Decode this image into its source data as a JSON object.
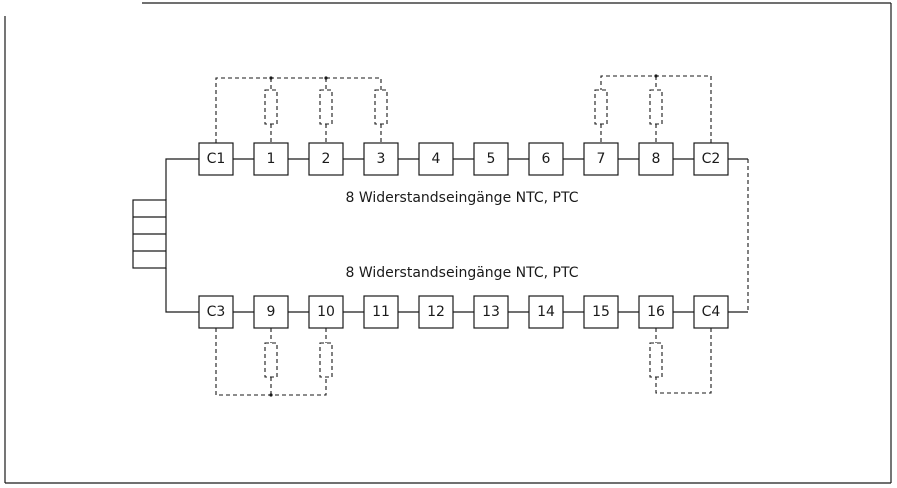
{
  "diagram": {
    "top_row": [
      "C1",
      "1",
      "2",
      "3",
      "4",
      "5",
      "6",
      "7",
      "8",
      "C2"
    ],
    "bottom_row": [
      "C3",
      "9",
      "10",
      "11",
      "12",
      "13",
      "14",
      "15",
      "16",
      "C4"
    ],
    "caption_top": "8 Widerstandseingänge NTC, PTC",
    "caption_bottom": "8 Widerstandseingänge NTC, PTC",
    "resistor_groups": [
      {
        "row": "top",
        "common": "C1",
        "inputs": [
          "1",
          "2",
          "3"
        ]
      },
      {
        "row": "top",
        "common": "C2",
        "inputs": [
          "7",
          "8"
        ]
      },
      {
        "row": "bottom",
        "common": "C3",
        "inputs": [
          "9",
          "10"
        ]
      },
      {
        "row": "bottom",
        "common": "C4",
        "inputs": [
          "16"
        ]
      }
    ]
  }
}
